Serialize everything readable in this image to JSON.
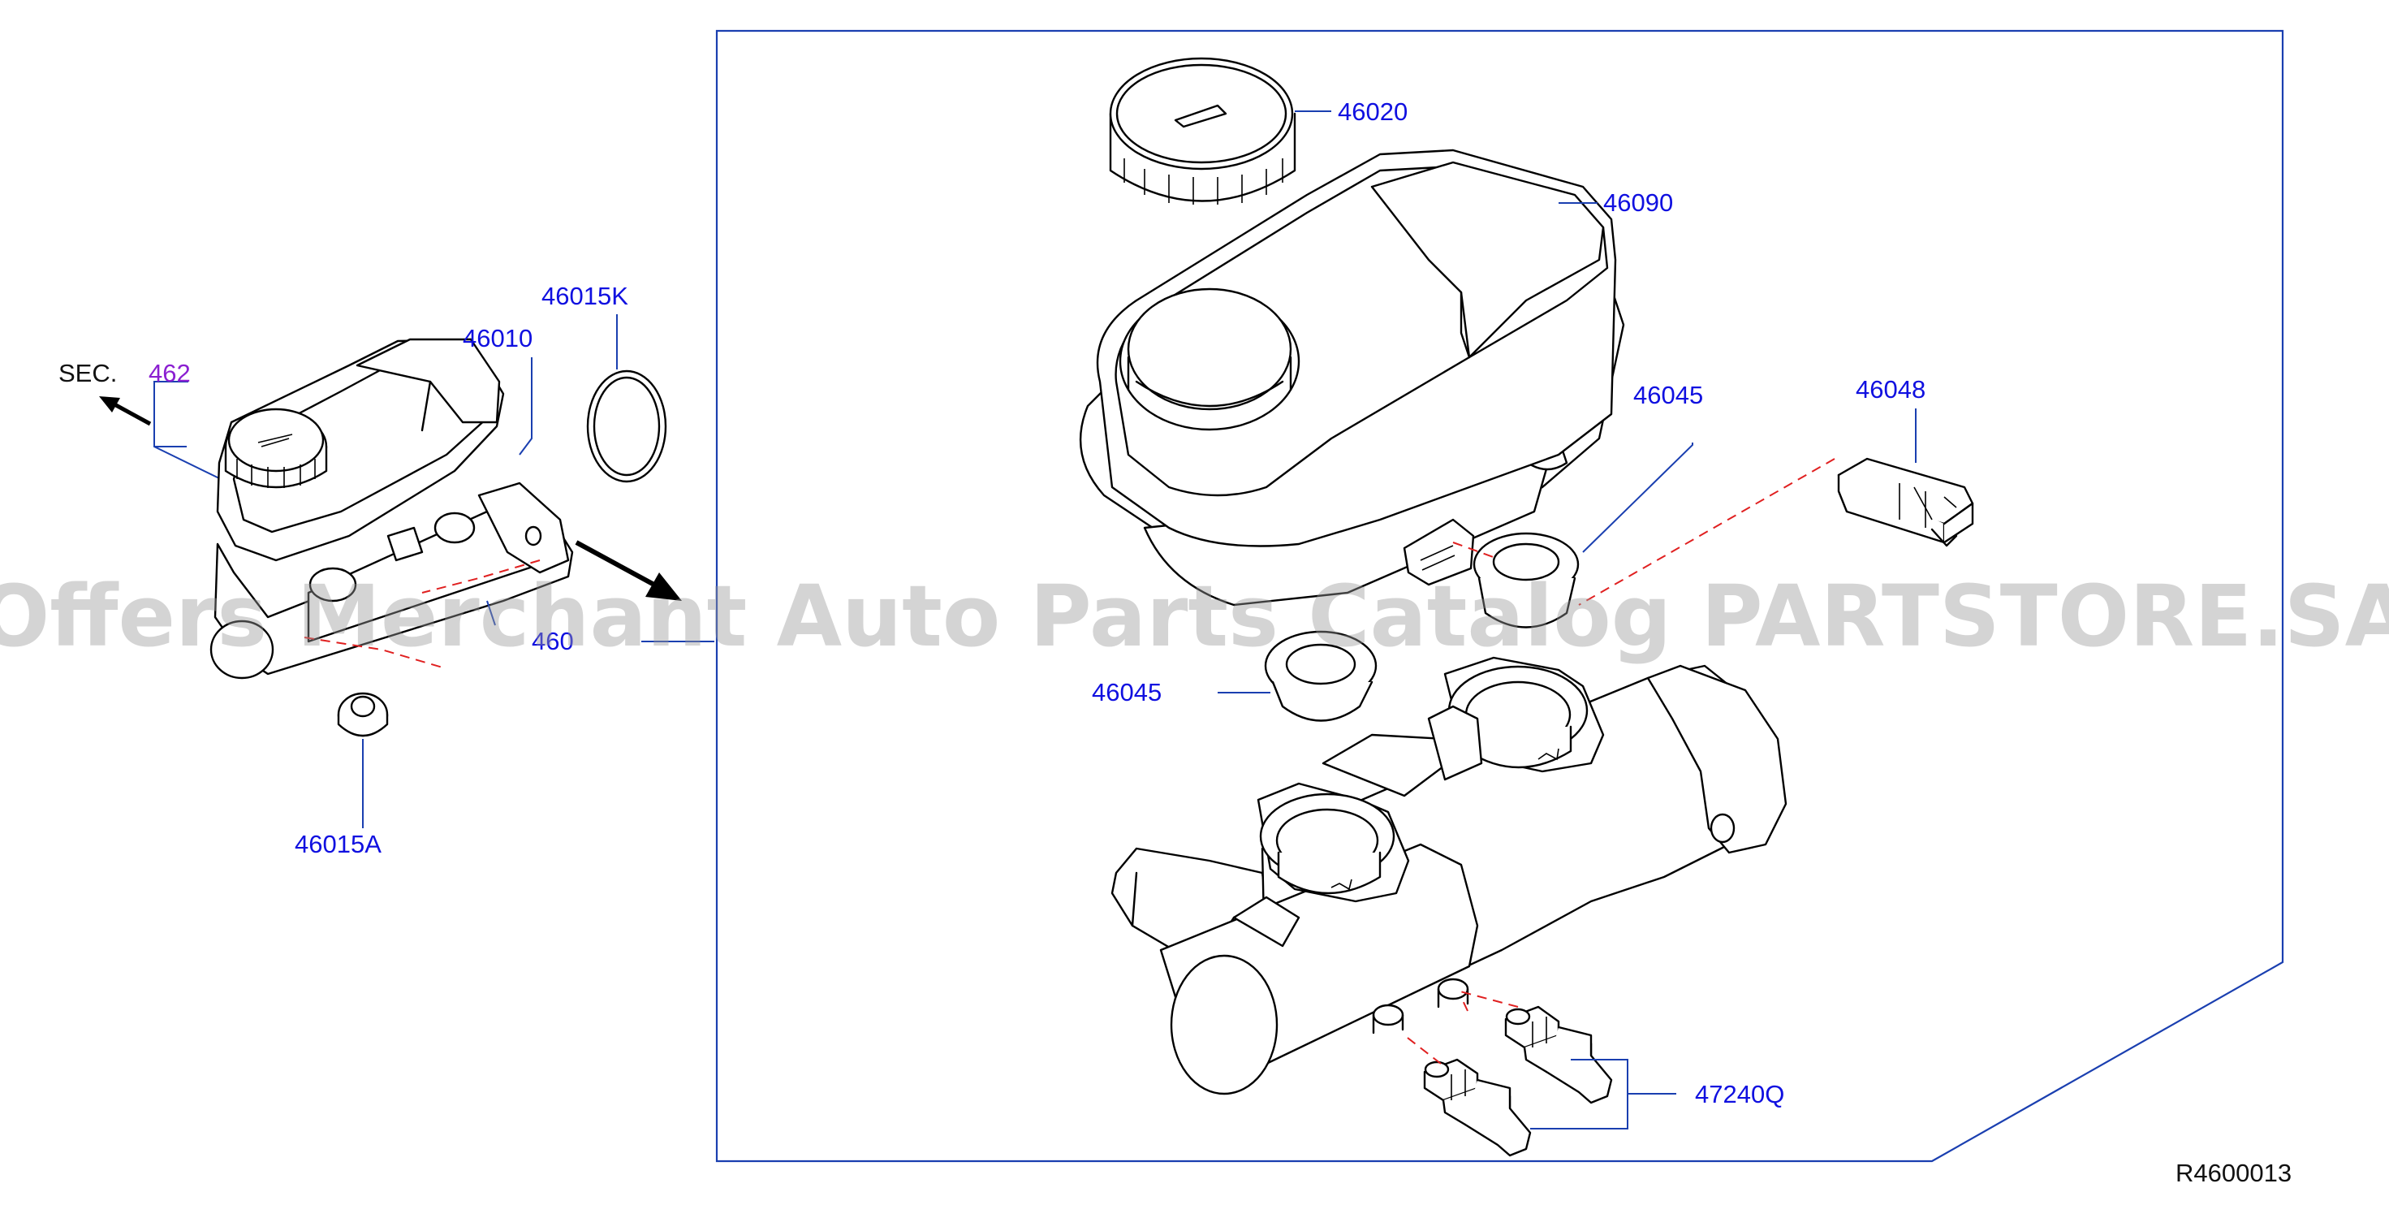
{
  "labels": {
    "sec": "SEC.",
    "sec_ref": "462",
    "p46010": "46010",
    "p46015K": "46015K",
    "p46015A": "46015A",
    "p46010_partial": "460",
    "p46020": "46020",
    "p46090": "46090",
    "p46045_top": "46045",
    "p46045_bottom": "46045",
    "p46048": "46048",
    "p47240Q": "47240Q",
    "ref_code": "R4600013"
  },
  "watermark": "Offers Merchant Auto Parts Catalog PARTSTORE.SA",
  "colors": {
    "label_blue": "#1010e0",
    "label_purple": "#8b1fd1",
    "leader_blue": "#1a3fb0",
    "dash_red": "#e02020",
    "line_black": "#000000"
  }
}
